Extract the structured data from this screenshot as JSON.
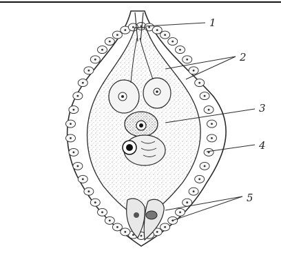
{
  "figure": {
    "labels": [
      {
        "id": "1",
        "text": "1"
      },
      {
        "id": "2",
        "text": "2"
      },
      {
        "id": "3",
        "text": "3"
      },
      {
        "id": "4",
        "text": "4"
      },
      {
        "id": "5",
        "text": "5"
      }
    ],
    "colors": {
      "ink": "#2a2a2a",
      "stipple": "#9a9a9a",
      "cell_fill": "#f4f4f4",
      "background": "#ffffff"
    }
  }
}
